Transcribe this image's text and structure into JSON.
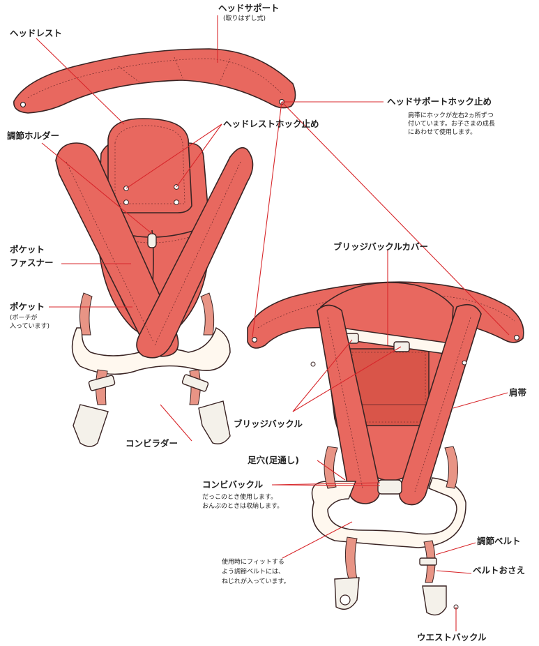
{
  "labels": {
    "head_support": "ヘッドサポート",
    "head_support_sub": "(取りはずし式)",
    "headrest": "ヘッドレスト",
    "head_support_hook": "ヘッドサポートホック止め",
    "head_support_hook_note_1": "肩帯にホックが左右2ヵ所ずつ",
    "head_support_hook_note_2": "付いています。お子さまの成長",
    "head_support_hook_note_3": "にあわせて使用します。",
    "headrest_hook": "ヘッドレストホック止め",
    "adjust_holder": "調節ホルダー",
    "pocket_fastener_1": "ポケット",
    "pocket_fastener_2": "ファスナー",
    "pocket": "ポケット",
    "pocket_sub_1": "(ポーチが",
    "pocket_sub_2": "入っています)",
    "bridge_buckle_cover": "ブリッジバックルカバー",
    "shoulder_strap": "肩帯",
    "bridge_buckle": "ブリッジバックル",
    "combi_rider": "コンビラダー",
    "leg_hole": "足穴(足通し)",
    "combi_buckle": "コンビバックル",
    "combi_buckle_note_1": "だっこのとき使用します。",
    "combi_buckle_note_2": "おんぶのときは収納します。",
    "twist_note_1": "使用時にフィットする",
    "twist_note_2": "よう調節ベルトには、",
    "twist_note_3": "ねじれが入っています。",
    "adjust_belt": "調節ベルト",
    "belt_holder": "ベルトおさえ",
    "waist_buckle": "ウエストバックル"
  },
  "colors": {
    "pad_fill": "#e8685f",
    "leader_line": "#d8282c",
    "outline": "#3a2424"
  }
}
